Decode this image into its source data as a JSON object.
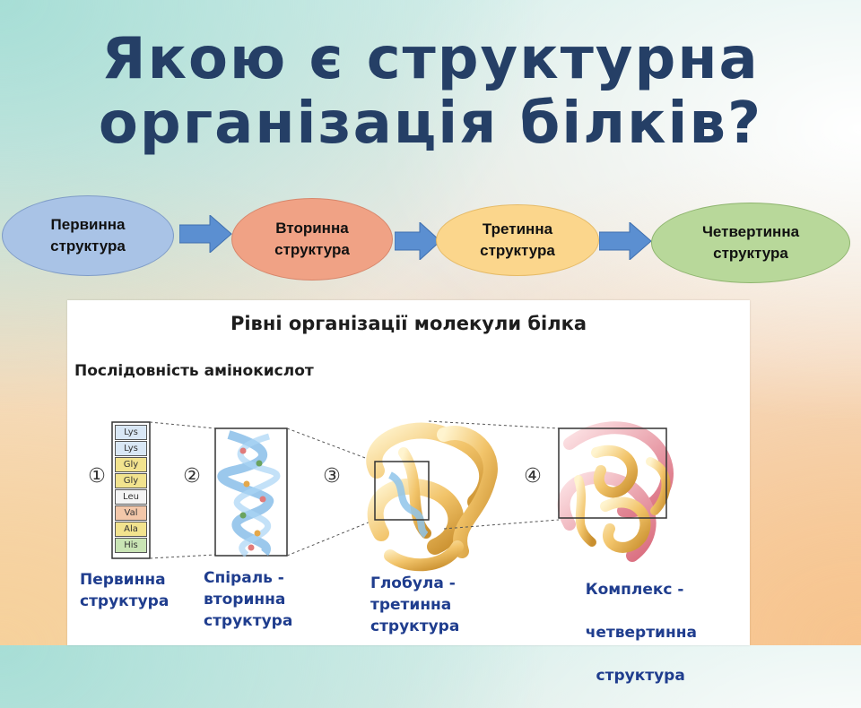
{
  "title": {
    "line1": "Якою є структурна",
    "line2": "організація білків?"
  },
  "flow": {
    "step1": {
      "line1": "Первинна",
      "line2": "структура"
    },
    "step2": {
      "line1": "Вторинна",
      "line2": "структура"
    },
    "step3": {
      "line1": "Третинна",
      "line2": "структура"
    },
    "step4": {
      "line1": "Четвертинна",
      "line2": "структура"
    }
  },
  "figure": {
    "title": "Рівні організації молекули білка",
    "subtitle": "Послідовність амінокислот",
    "numbers": [
      "①",
      "②",
      "③",
      "④"
    ],
    "amino_acids": [
      "Lys",
      "Lys",
      "Gly",
      "Gly",
      "Leu",
      "Val",
      "Ala",
      "His"
    ],
    "captions": {
      "c1": {
        "line1": "Первинна",
        "line2": "структура"
      },
      "c2": {
        "line1": "Спіраль -",
        "line2": "вторинна",
        "line3": "структура"
      },
      "c3": {
        "line1": "Глобула -",
        "line2": "третинна",
        "line3": "структура"
      },
      "c4": {
        "line1": "Комплекс -",
        "line2": "четвертинна",
        "line3": "  структура"
      }
    }
  },
  "colors": {
    "title": "#253f66",
    "arrow": "#5b8fd1",
    "caption": "#1f3d8e"
  }
}
